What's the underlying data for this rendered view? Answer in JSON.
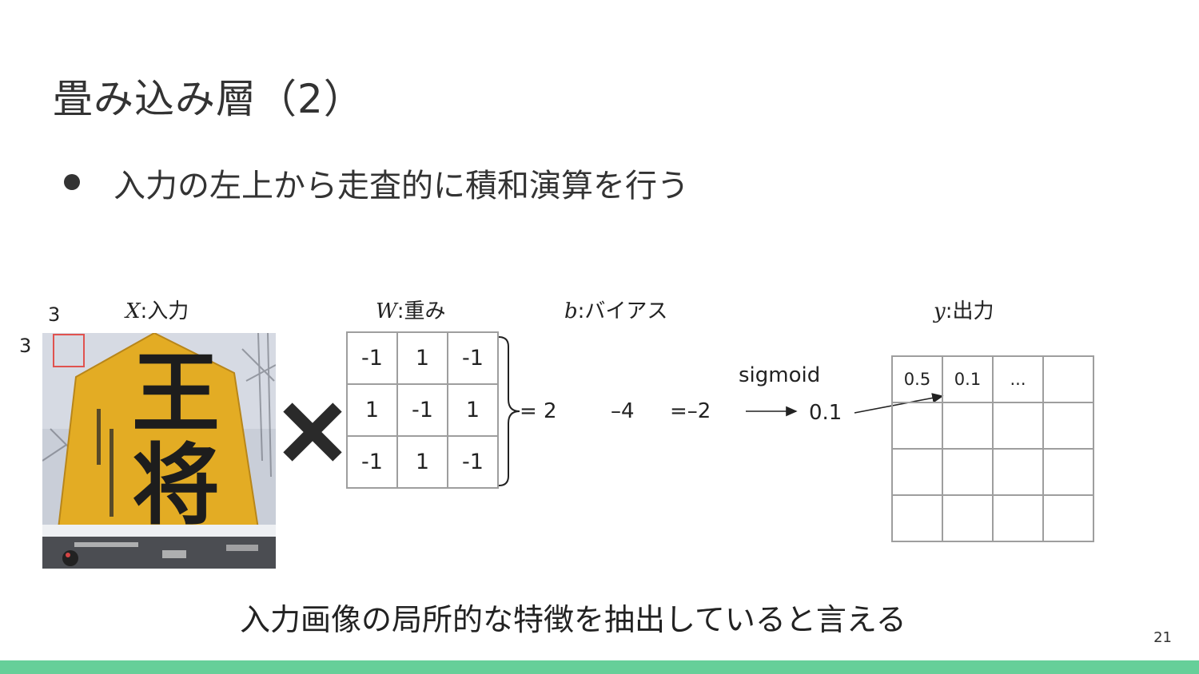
{
  "slide": {
    "title": "畳み込み層（2）",
    "bullet": "入力の左上から走査的に積和演算を行う",
    "footer": "入力画像の局所的な特徴を抽出していると言える",
    "page_number": "21"
  },
  "diagram": {
    "input_label_var": "X",
    "input_label_text": ":入力",
    "weight_label_var": "W",
    "weight_label_text": ":重み",
    "bias_label_var": "b",
    "bias_label_text": ":バイアス",
    "output_label_var": "y",
    "output_label_text": ":出力",
    "kernel_width_label": "3",
    "kernel_height_label": "3",
    "photo_text": "王将",
    "weights": [
      [
        "-1",
        "1",
        "-1"
      ],
      [
        "1",
        "-1",
        "1"
      ],
      [
        "-1",
        "1",
        "-1"
      ]
    ],
    "sum_result": "= 2",
    "bias_value": "–4",
    "pre_activation": "=–2",
    "activation_label": "sigmoid",
    "activation_output": "0.1",
    "output_grid": [
      [
        "0.5",
        "0.1",
        "...",
        ""
      ],
      [
        "",
        "",
        "",
        ""
      ],
      [
        "",
        "",
        "",
        ""
      ],
      [
        "",
        "",
        "",
        ""
      ]
    ]
  },
  "colors": {
    "accent_bar": "#66cf99",
    "highlight_box": "#e0524f",
    "sign_yellow": "#e3ac24",
    "grid_border": "#9e9e9e"
  }
}
